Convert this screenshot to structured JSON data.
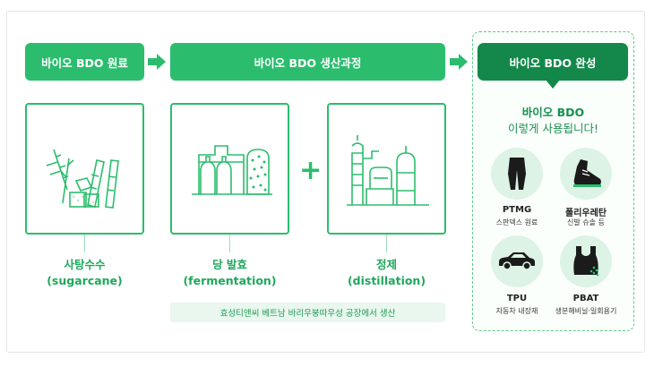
{
  "headers": {
    "raw": "바이오 BDO 원료",
    "process": "바이오 BDO 생산과정",
    "complete": "바이오 BDO 완성"
  },
  "steps": [
    {
      "title": "사탕수수",
      "sub": "(sugarcane)",
      "icon": "sugarcane-icon"
    },
    {
      "title": "당 발효",
      "sub": "(fermentation)",
      "icon": "fermentation-tanks-icon"
    },
    {
      "title": "정제",
      "sub": "(distillation)",
      "icon": "distillation-plant-icon"
    }
  ],
  "note": "효성티앤씨 베트남 바리우붕따우성 공장에서 생산",
  "usage": {
    "title_line1": "바이오 BDO",
    "title_line2": "이렇게 사용됩니다!",
    "products": [
      {
        "name": "PTMG",
        "desc": "스판덱스 원료",
        "icon": "leggings-icon"
      },
      {
        "name": "폴리우레탄",
        "desc": "신발 슈솔 등",
        "icon": "sneaker-icon"
      },
      {
        "name": "TPU",
        "desc": "자동차 내장재",
        "icon": "car-icon"
      },
      {
        "name": "PBAT",
        "desc": "생분해비닐·일회용기",
        "icon": "plastic-bag-icon"
      }
    ]
  },
  "colors": {
    "green": "#2bbd6d",
    "dark_green": "#14884a",
    "label_green": "#1ea85c",
    "note_bg": "#e9f7ee",
    "icon_bg": "#ddf3e5"
  }
}
